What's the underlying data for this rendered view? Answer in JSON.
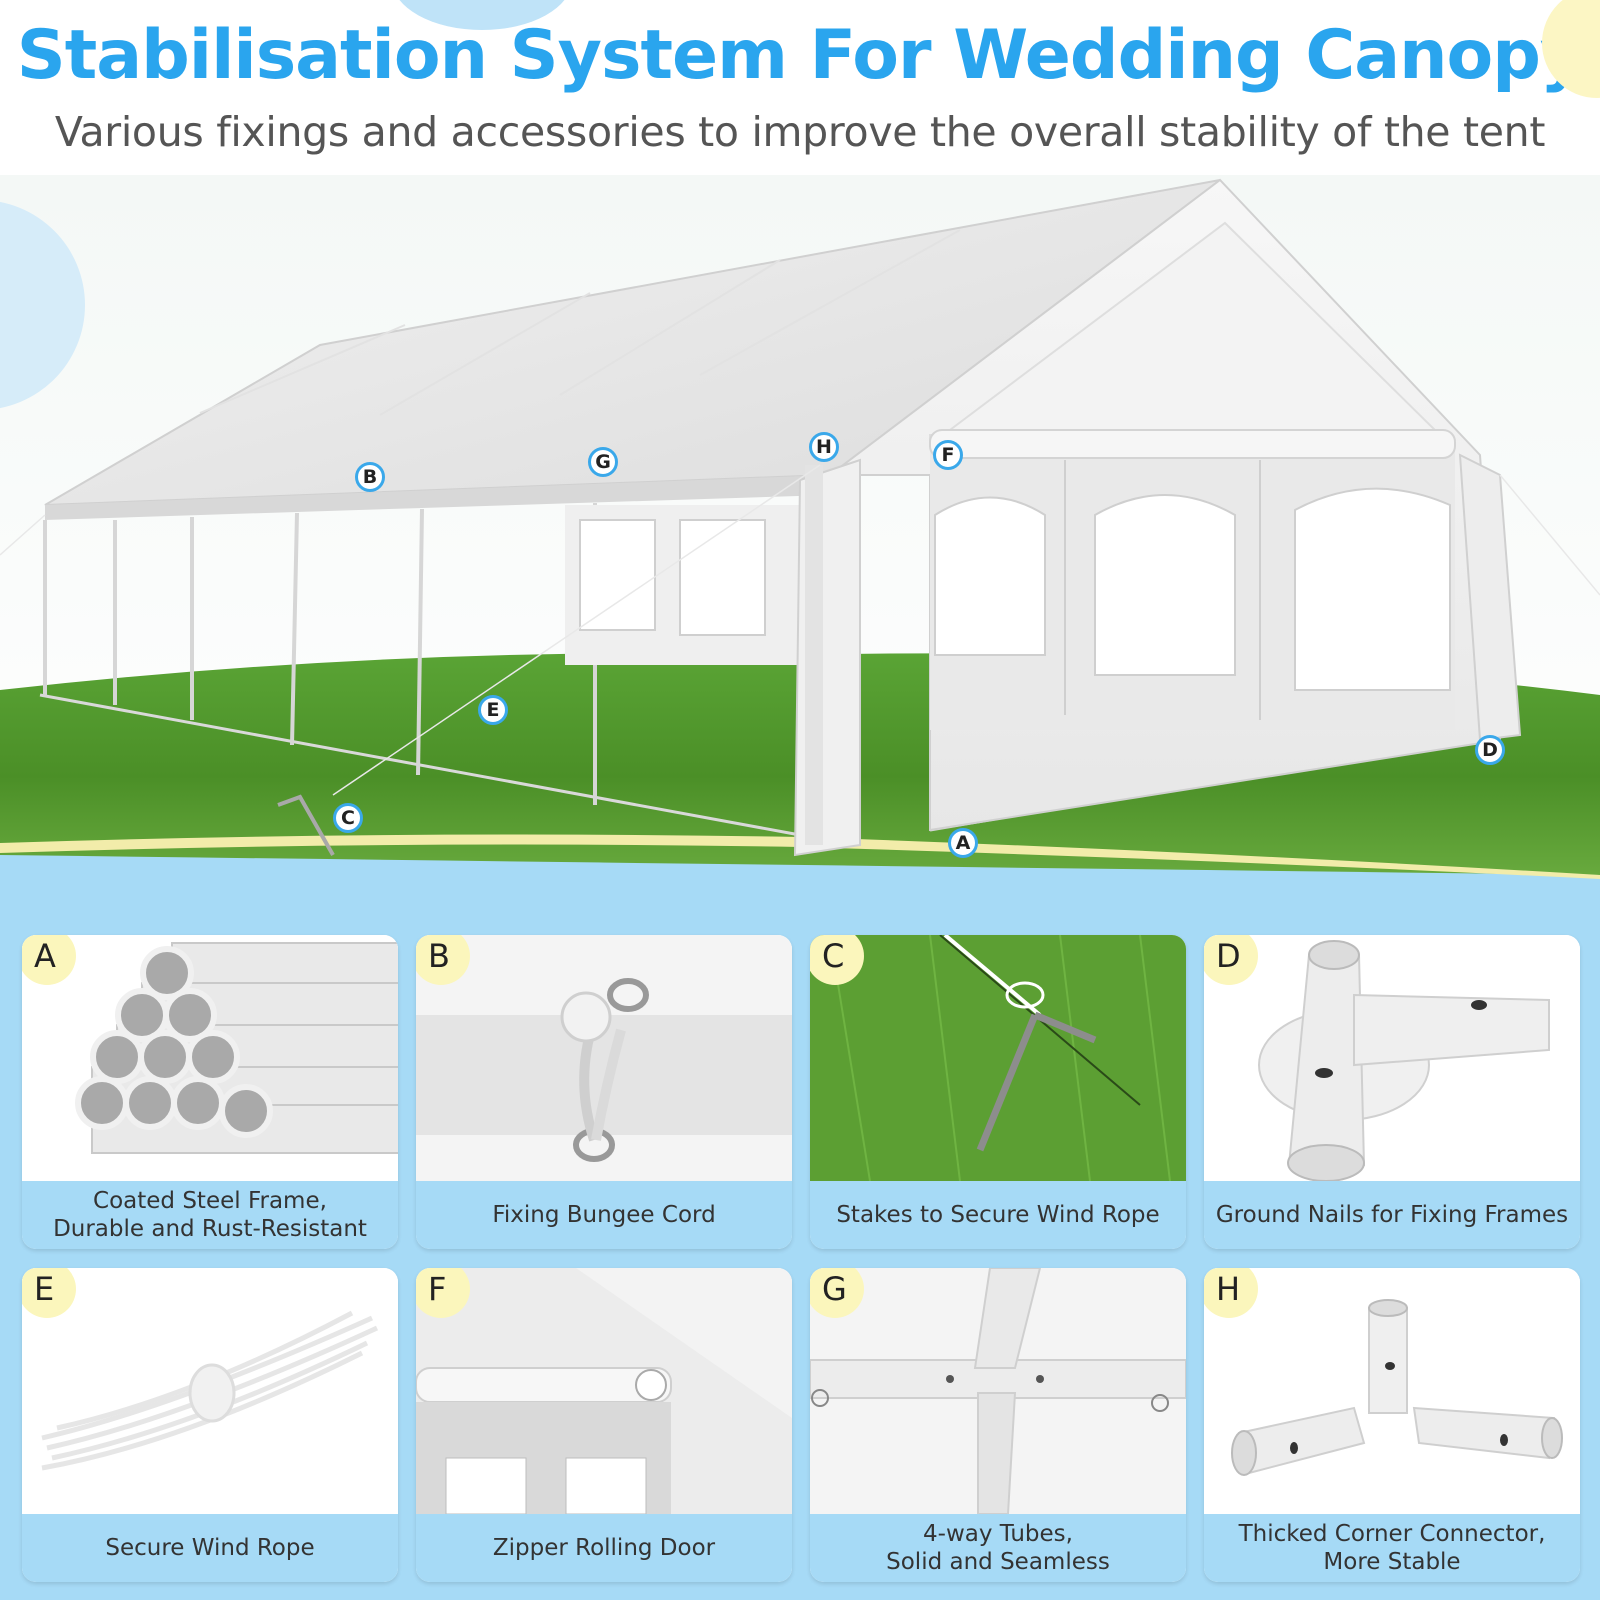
{
  "header": {
    "title": "Stabilisation System For Wedding Canopy",
    "subtitle": "Various fixings and accessories to improve the overall stability of the tent"
  },
  "callouts": [
    "A",
    "B",
    "C",
    "D",
    "E",
    "F",
    "G",
    "H"
  ],
  "cards": [
    {
      "letter": "A",
      "caption": "Coated Steel Frame,\nDurable and Rust-Resistant"
    },
    {
      "letter": "B",
      "caption": "Fixing Bungee Cord"
    },
    {
      "letter": "C",
      "caption": "Stakes to Secure Wind Rope"
    },
    {
      "letter": "D",
      "caption": "Ground Nails for Fixing Frames"
    },
    {
      "letter": "E",
      "caption": "Secure Wind Rope"
    },
    {
      "letter": "F",
      "caption": "Zipper Rolling Door"
    },
    {
      "letter": "G",
      "caption": "4-way Tubes,\nSolid and Seamless"
    },
    {
      "letter": "H",
      "caption": "Thicked Corner Connector,\nMore Stable"
    }
  ],
  "colors": {
    "title_blue": "#2aa5ee",
    "panel_blue": "#a6daf6",
    "letter_badge": "#fbf6bc",
    "grass": "#4f9a2a"
  }
}
